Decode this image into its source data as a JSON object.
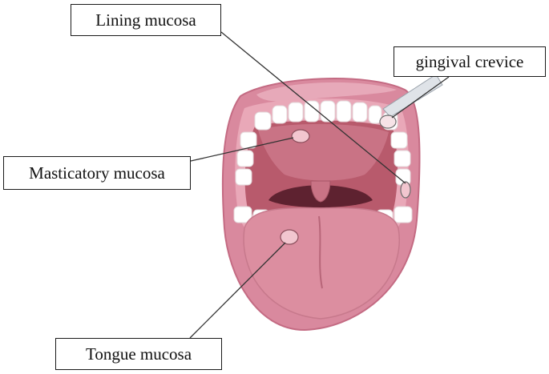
{
  "labels": {
    "lining": "Lining mucosa",
    "gingival": "gingival crevice",
    "masticatory": "Masticatory mucosa",
    "tongue": "Tongue mucosa"
  },
  "colors": {
    "lip": "#d9899e",
    "lip_dark": "#c46b83",
    "gum": "#e9a8b8",
    "oral_cavity": "#b85a6c",
    "palate": "#c97385",
    "throat": "#5e2230",
    "tongue": "#dc8ea0",
    "tongue_dark": "#c7798c",
    "teeth": "#ffffff",
    "site_marker": "#f2c6cf",
    "probe": "#dfe3e8",
    "leader_line": "#333333"
  }
}
